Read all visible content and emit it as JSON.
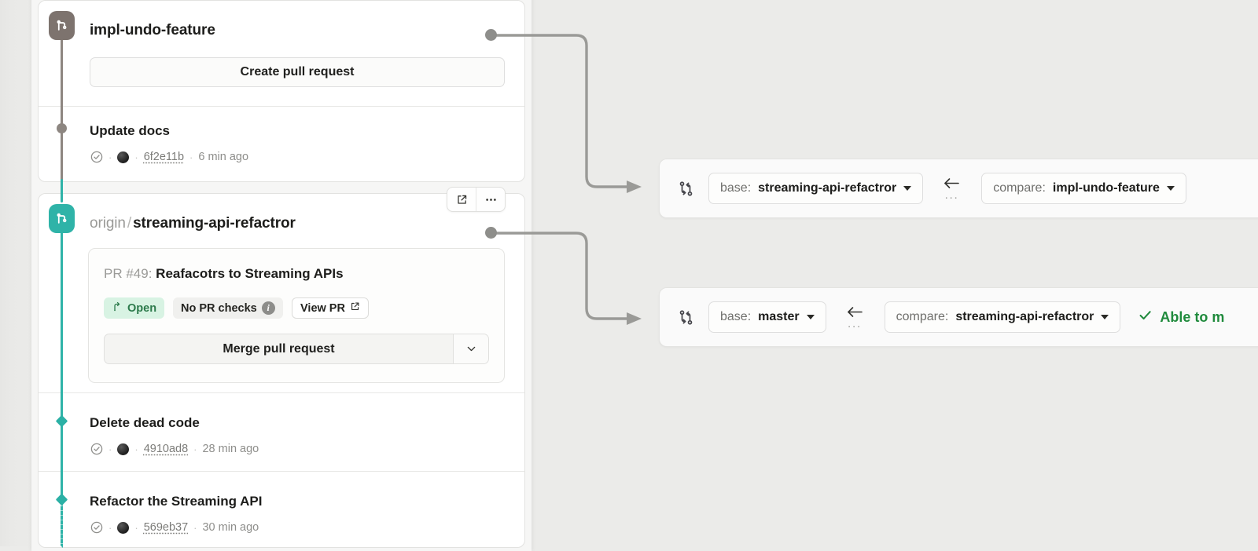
{
  "colors": {
    "background": "#ebebe9",
    "panel": "#f6f6f5",
    "card": "#ffffff",
    "branch_gray": "#7d736e",
    "branch_teal": "#2fb3a8",
    "open_badge_bg": "#d8f3e3",
    "open_badge_fg": "#2c7a4b",
    "merge_ok_green": "#1f8a3c",
    "connector_gray": "#8e8e8b"
  },
  "left_panel": {
    "branches": [
      {
        "id": "impl-undo-feature",
        "remote": "",
        "name": "impl-undo-feature",
        "icon": "git-branch-icon",
        "color": "gray",
        "primary_action": "Create pull request",
        "commits": [
          {
            "title": "Update docs",
            "status_icon": "check-circle-icon",
            "author_icon": "avatar",
            "sha": "6f2e11b",
            "time": "6 min ago",
            "sep": "·"
          }
        ]
      },
      {
        "id": "streaming-api-refactror",
        "remote": "origin",
        "slash": "/",
        "name": "streaming-api-refactror",
        "icon": "git-branch-icon",
        "color": "teal",
        "actions": [
          {
            "name": "open-external-icon",
            "glyph": "external-link"
          },
          {
            "name": "more-options-icon",
            "glyph": "ellipsis"
          }
        ],
        "pull_request": {
          "number_label": "PR #49:",
          "title": "Reafacotrs to Streaming APIs",
          "chips": [
            {
              "name": "status-open",
              "label": "Open",
              "icon": "pull-request-icon"
            },
            {
              "name": "pr-checks",
              "label": "No PR checks",
              "icon": "info-icon"
            },
            {
              "name": "view-pr",
              "label": "View PR",
              "icon": "external-link-icon"
            }
          ],
          "merge_button": "Merge pull request",
          "merge_caret_icon": "chevron-down-icon"
        },
        "commits": [
          {
            "title": "Delete dead code",
            "status_icon": "check-circle-icon",
            "author_icon": "avatar",
            "sha": "4910ad8",
            "time": "28 min ago",
            "sep": "·"
          },
          {
            "title": "Refactor the Streaming API",
            "status_icon": "check-circle-icon",
            "author_icon": "avatar",
            "sha": "569eb37",
            "time": "30 min ago",
            "sep": "·"
          }
        ]
      }
    ]
  },
  "compare_bars": [
    {
      "id": "compare-bar-1",
      "icon": "git-compare-icon",
      "base": {
        "prefix": "base:",
        "value": "streaming-api-refactror"
      },
      "arrow_icon": "arrow-left-icon",
      "arrow_ellipsis": "···",
      "compare": {
        "prefix": "compare:",
        "value": "impl-undo-feature"
      },
      "status": ""
    },
    {
      "id": "compare-bar-2",
      "icon": "git-compare-icon",
      "base": {
        "prefix": "base:",
        "value": "master"
      },
      "arrow_icon": "arrow-left-icon",
      "arrow_ellipsis": "···",
      "compare": {
        "prefix": "compare:",
        "value": "streaming-api-refactror"
      },
      "status": "Able to m",
      "status_icon": "check-icon"
    }
  ]
}
